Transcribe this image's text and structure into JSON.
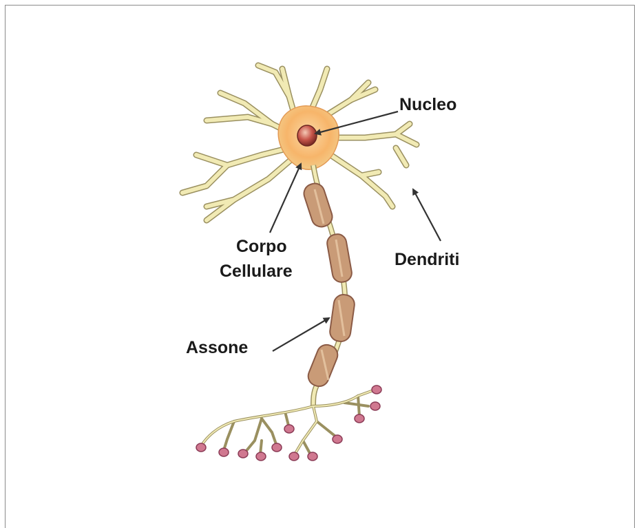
{
  "diagram": {
    "labels": {
      "nucleus": "Nucleo",
      "cell_body_line1": "Corpo",
      "cell_body_line2": "Cellulare",
      "dendrites": "Dendriti",
      "axon": "Assone"
    },
    "colors": {
      "frame_border": "#8a8a8a",
      "dendrite_fill": "#f1eab4",
      "dendrite_stroke": "#9a9060",
      "soma_fill": "#f7b56a",
      "nucleus_fill": "#c8564a",
      "myelin_fill": "#c99b77",
      "myelin_stroke": "#8a5a45",
      "terminal_fill": "#d07890",
      "arrow": "#333333"
    }
  }
}
